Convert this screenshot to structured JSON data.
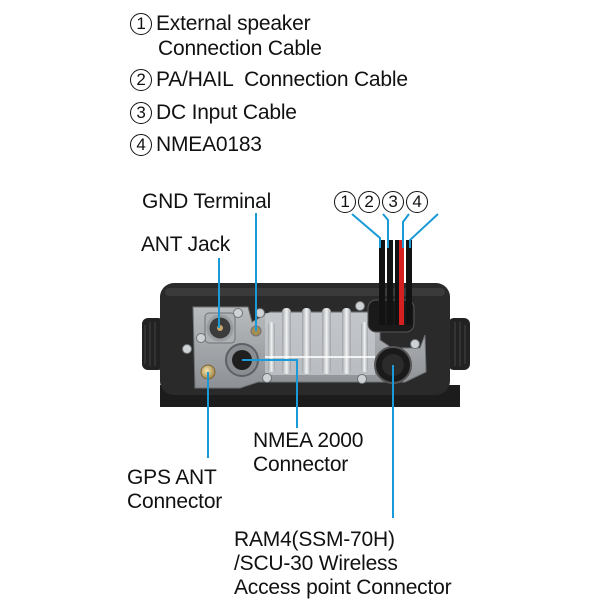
{
  "legend": [
    {
      "number": "1",
      "lines": [
        "External speaker",
        "Connection Cable"
      ]
    },
    {
      "number": "2",
      "lines": [
        "PA/HAIL  Connection Cable"
      ]
    },
    {
      "number": "3",
      "lines": [
        "DC Input Cable"
      ]
    },
    {
      "number": "4",
      "lines": [
        "NMEA0183"
      ]
    }
  ],
  "cable_markers": [
    "1",
    "2",
    "3",
    "4"
  ],
  "labels": {
    "gnd_terminal": "GND Terminal",
    "ant_jack": "ANT Jack",
    "nmea2000": [
      "NMEA 2000",
      "Connector"
    ],
    "gps_ant": [
      "GPS ANT",
      "Connector"
    ],
    "ram4": [
      "RAM4(SSM-70H)",
      "/SCU-30 Wireless",
      "Access point Connector"
    ]
  },
  "colors": {
    "leader_line": "#1a9ad6",
    "dc_cable": "#d42020",
    "housing": "#2a2a2a"
  }
}
